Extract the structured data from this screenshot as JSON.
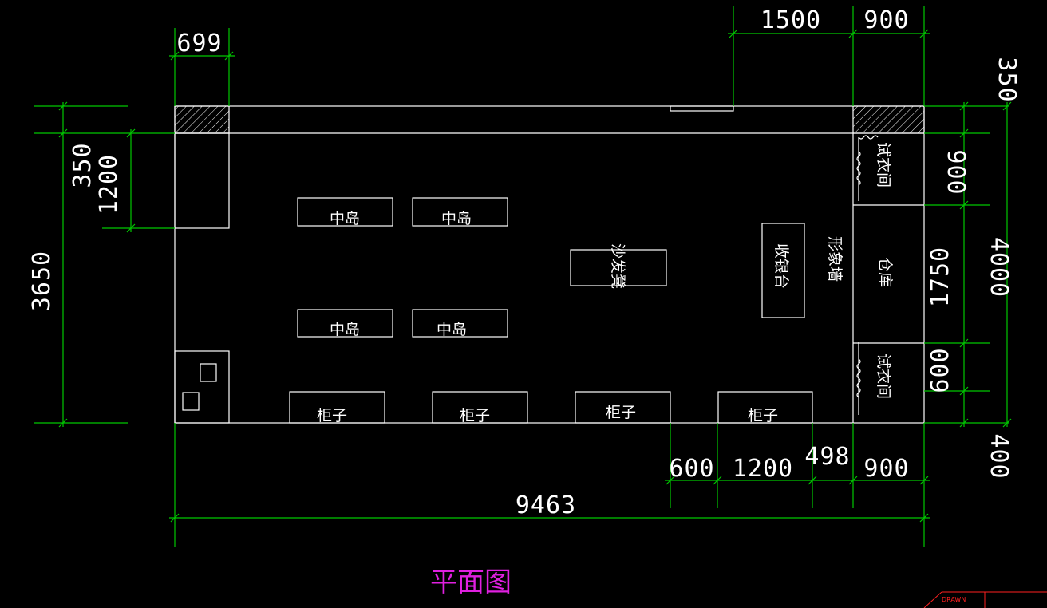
{
  "drawing": {
    "title": "平面图",
    "colors": {
      "background": "#000000",
      "walls": "#ffffff",
      "dimensions": "#00c800",
      "title": "#e020e0",
      "title_block": "#ff2020"
    },
    "dimensions": {
      "top_left_width": "699",
      "top_span": "1500",
      "top_right_width": "900",
      "right_top": "350",
      "right_fitting_1": "900",
      "right_storage": "1750",
      "right_fitting_2": "600",
      "right_total": "4000",
      "right_bottom": "400",
      "left_total_height": "3650",
      "left_wall": "350",
      "left_column": "1200",
      "bottom_1": "600",
      "bottom_2": "1200",
      "bottom_3": "498",
      "bottom_4": "900",
      "overall_width": "9463"
    },
    "rooms": {
      "island_1": "中岛",
      "island_2": "中岛",
      "island_3": "中岛",
      "island_4": "中岛",
      "sofa": "沙发凳",
      "cashier": "收银台",
      "image_wall": "形象墙",
      "fitting_room_1": "试衣间",
      "storage": "仓库",
      "fitting_room_2": "试衣间",
      "cabinet_1": "柜子",
      "cabinet_2": "柜子",
      "cabinet_3": "柜子",
      "cabinet_4": "柜子"
    },
    "title_block": {
      "label": "DRAWN"
    }
  }
}
